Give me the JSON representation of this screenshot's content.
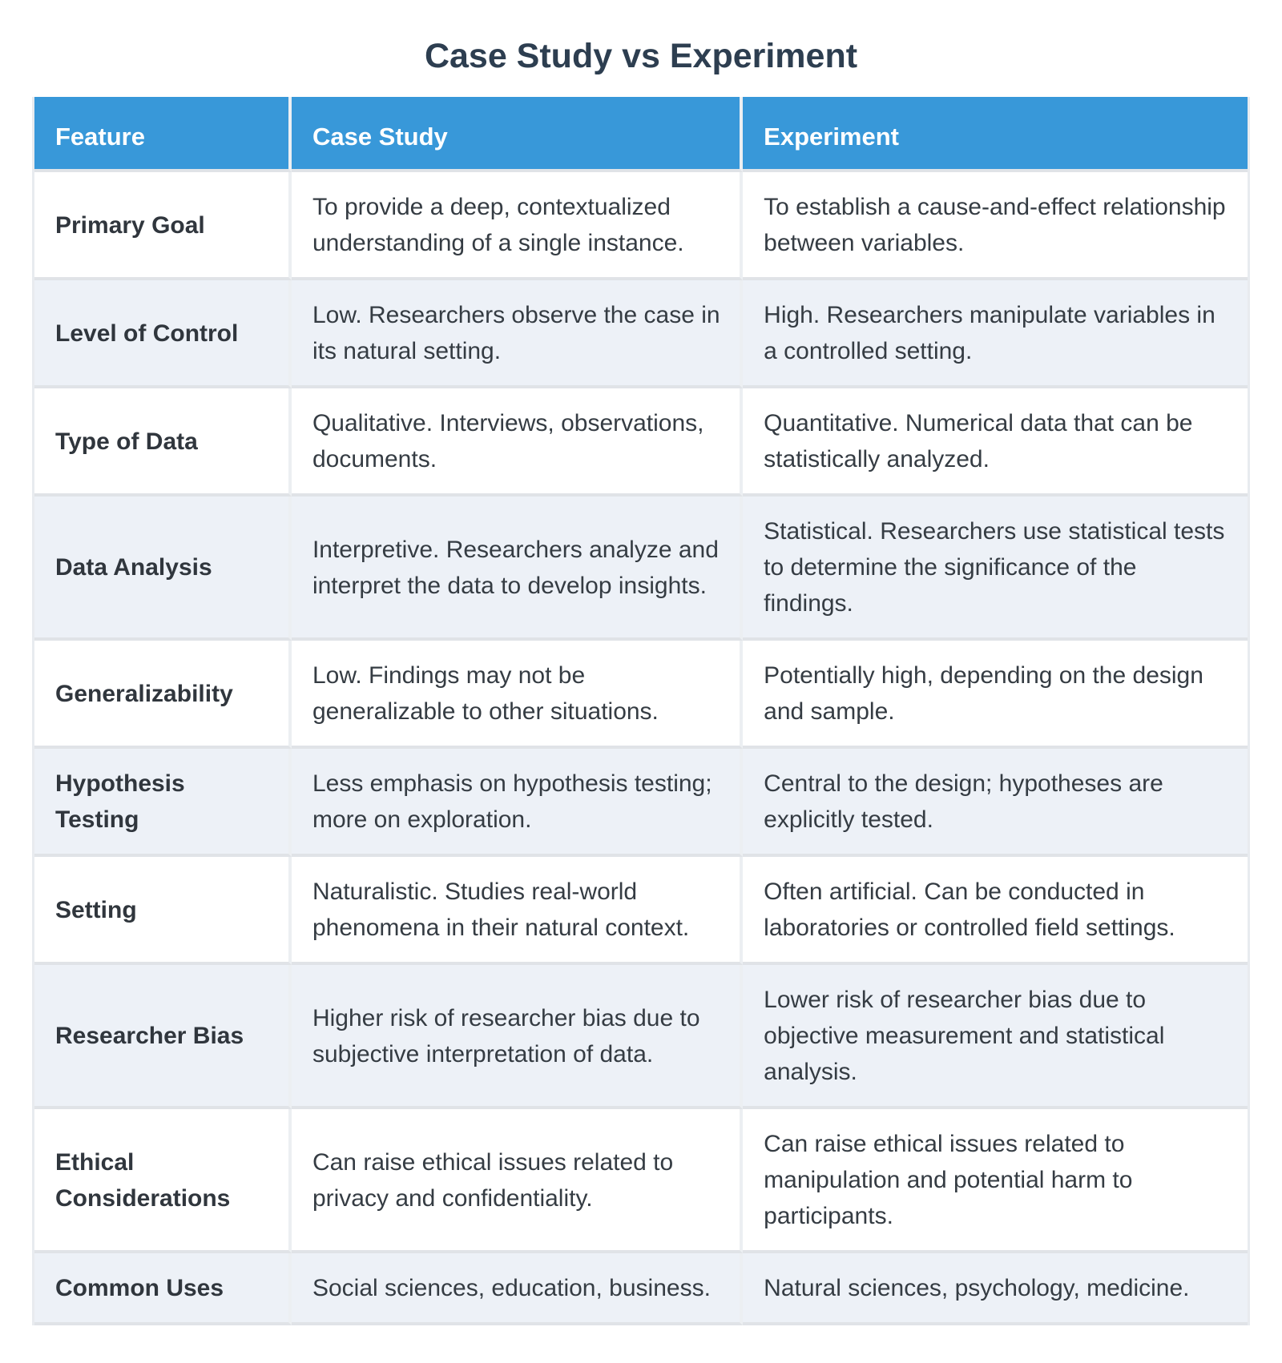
{
  "title": "Case Study vs Experiment",
  "table": {
    "headers": [
      "Feature",
      "Case Study",
      "Experiment"
    ],
    "rows": [
      {
        "feature": "Primary Goal",
        "case_study": "To provide a deep, contextualized understanding of a single instance.",
        "experiment": "To establish a cause-and-effect relationship between variables."
      },
      {
        "feature": "Level of Control",
        "case_study": "Low. Researchers observe the case in its natural setting.",
        "experiment": "High. Researchers manipulate variables in a controlled setting."
      },
      {
        "feature": "Type of Data",
        "case_study": "Qualitative. Interviews, observations, documents.",
        "experiment": "Quantitative. Numerical data that can be statistically analyzed."
      },
      {
        "feature": "Data Analysis",
        "case_study": "Interpretive. Researchers analyze and interpret the data to develop insights.",
        "experiment": "Statistical. Researchers use statistical tests to determine the significance of the findings."
      },
      {
        "feature": "Generalizability",
        "case_study": "Low. Findings may not be generalizable to other situations.",
        "experiment": "Potentially high, depending on the design and sample."
      },
      {
        "feature": "Hypothesis Testing",
        "case_study": "Less emphasis on hypothesis testing; more on exploration.",
        "experiment": "Central to the design; hypotheses are explicitly tested."
      },
      {
        "feature": "Setting",
        "case_study": "Naturalistic. Studies real-world phenomena in their natural context.",
        "experiment": "Often artificial. Can be conducted in laboratories or controlled field settings."
      },
      {
        "feature": "Researcher Bias",
        "case_study": "Higher risk of researcher bias due to subjective interpretation of data.",
        "experiment": "Lower risk of researcher bias due to objective measurement and statistical analysis."
      },
      {
        "feature": "Ethical Considerations",
        "case_study": "Can raise ethical issues related to privacy and confidentiality.",
        "experiment": "Can raise ethical issues related to manipulation and potential harm to participants."
      },
      {
        "feature": "Common Uses",
        "case_study": "Social sciences, education, business.",
        "experiment": "Natural sciences, psychology, medicine."
      }
    ]
  },
  "colors": {
    "header_bg": "#3898d9",
    "header_text": "#ffffff",
    "title_color": "#2d3e50",
    "body_text": "#353c43",
    "feature_text": "#30363d",
    "row_alt_bg": "#edf1f7",
    "row_bg": "#ffffff",
    "row_divider": "#e0e3e7",
    "col_divider": "#eceff2",
    "outer_border": "#e8ebef",
    "page_bg": "#ffffff"
  }
}
